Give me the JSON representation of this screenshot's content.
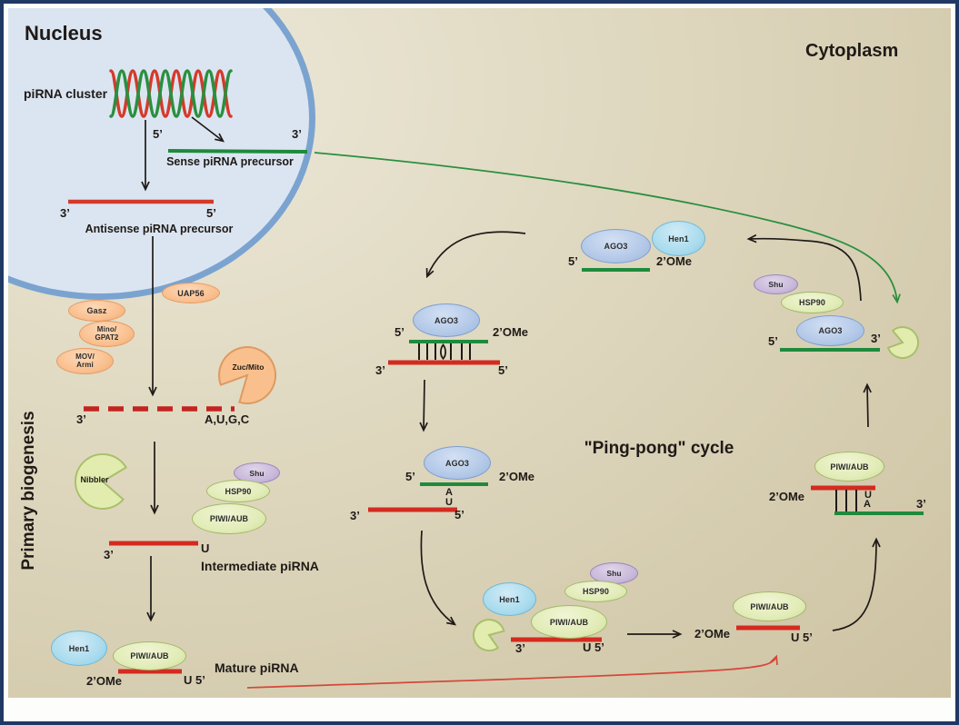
{
  "figure": {
    "regions": {
      "nucleus": "Nucleus",
      "cytoplasm": "Cytoplasm",
      "primary_biogenesis": "Primary biogenesis",
      "ping_pong_cycle": "\"Ping-pong\" cycle"
    },
    "labels": {
      "pirna_cluster": "piRNA cluster",
      "sense_precursor": "Sense piRNA precursor",
      "antisense_precursor": "Antisense piRNA precursor",
      "intermediate_pirna": "Intermediate piRNA",
      "mature_pirna": "Mature piRNA"
    },
    "proteins": {
      "gasz": "Gasz",
      "mino_gpat2": "Mino/\nGPAT2",
      "mov_armi": "MOV/\nArmi",
      "uap56": "UAP56",
      "zuc_mito": "Zuc/Mito",
      "nibbler": "Nibbler",
      "shu": "Shu",
      "hsp90": "HSP90",
      "piwi_aub": "PIWI/AUB",
      "hen1": "Hen1",
      "ago3": "AGO3"
    },
    "marks": {
      "five_prime": "5’",
      "three_prime": "3’",
      "two_ome": "2’OMe",
      "u": "U",
      "a": "A",
      "u_five": "U 5’",
      "augc": "A,U,G,C"
    },
    "colors": {
      "frame": "#1f3864",
      "nucleus_fill": "#dbe5f1",
      "nucleus_border": "#7ba3d0",
      "sense_strand_green": "#1e8a3c",
      "antisense_strand_red": "#d43a2a",
      "orange_factor": "#fac090",
      "green_factor": "#e2ecb8",
      "blue_factor": "#b4c9e8",
      "cyan_factor": "#aadcee",
      "purple_factor": "#c9bada",
      "arrow_black": "#1f1a17"
    }
  }
}
